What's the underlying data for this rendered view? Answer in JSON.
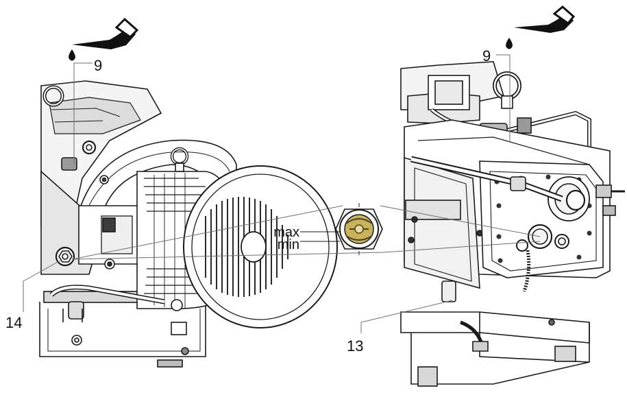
{
  "figure": {
    "callouts": {
      "oil_fill_left": "9",
      "oil_fill_right": "9",
      "drain_plug": "14",
      "sight_glass_rear": "13"
    },
    "sight_glass_levels": {
      "max": "max",
      "min": "min"
    },
    "icons": [
      "oil-can-icon",
      "oil-drop-icon",
      "sight-glass-icon"
    ],
    "colors": {
      "sight_glass_oil": "#c8b35a",
      "line_art": "#1a1a1a",
      "shading": "#6e6e6e"
    }
  }
}
